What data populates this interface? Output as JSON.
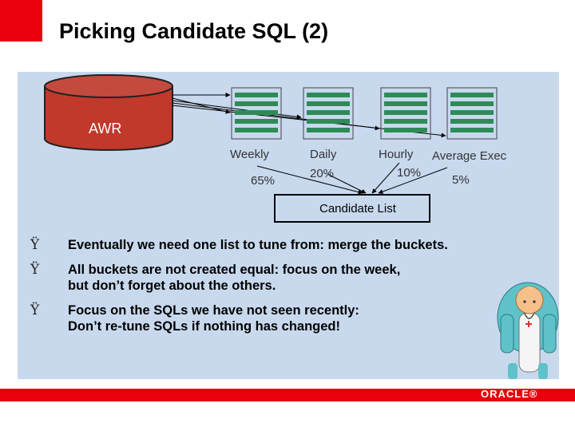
{
  "slide": {
    "title": "Picking Candidate SQL (2)"
  },
  "diagram": {
    "source": "AWR",
    "buckets": [
      {
        "label": "Weekly",
        "percent": "65%"
      },
      {
        "label": "Daily",
        "percent": "20%"
      },
      {
        "label": "Hourly",
        "percent": "10%"
      },
      {
        "label": "Average Exec",
        "percent": "5%"
      }
    ],
    "target": "Candidate List"
  },
  "bullets": {
    "marker": "Ÿ",
    "items": [
      {
        "text": "Eventually we need one list to tune from: merge the buckets."
      },
      {
        "text": "All buckets are not created equal: focus on the week,\nbut don’t forget about the others."
      },
      {
        "text": "Focus on the SQLs we have not seen recently:\nDon’t re-tune SQLs if nothing has changed!"
      }
    ]
  },
  "footer": {
    "logo": "ORACLE®"
  },
  "colors": {
    "brand_red": "#e8000d",
    "panel_blue": "#c8d9ee",
    "cylinder_red": "#c0392b",
    "list_green": "#2e8b57"
  },
  "icons": {
    "doctor": "doctor-figure-icon"
  }
}
